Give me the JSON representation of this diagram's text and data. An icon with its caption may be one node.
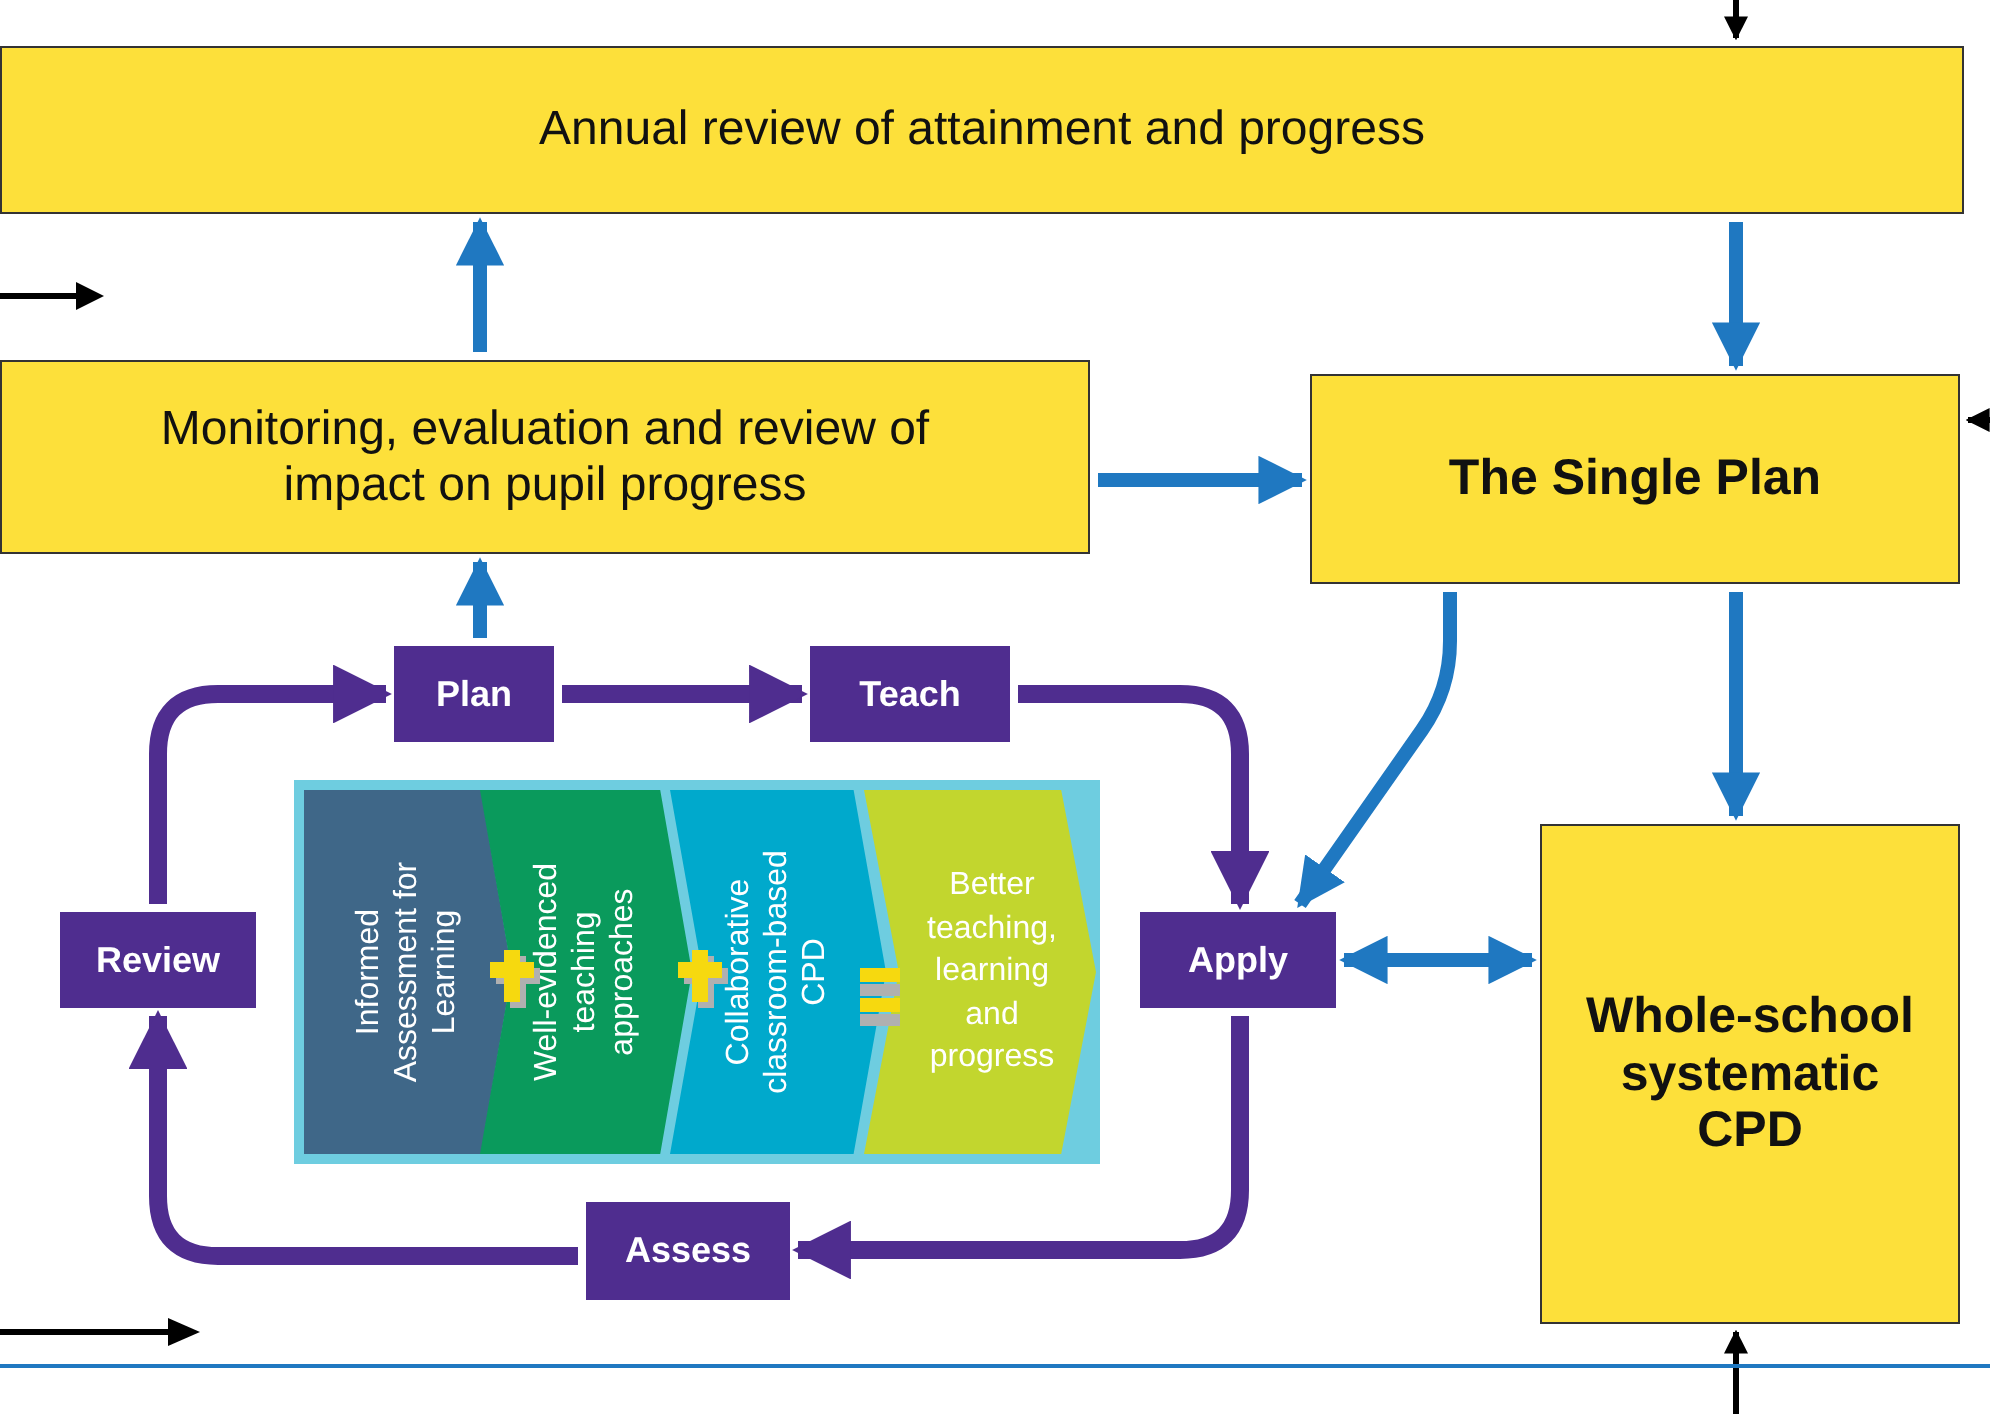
{
  "diagram": {
    "nodes": [
      {
        "text": [
          "Annual review of attainment and progress"
        ]
      },
      {
        "text": [
          "Monitoring, evaluation and review of impact on pupil progress"
        ]
      },
      {
        "text": [
          "The Single Plan"
        ]
      },
      {
        "text": [
          "Plan"
        ]
      },
      {
        "text": [
          "Teach"
        ]
      },
      {
        "text": [
          "Review"
        ]
      },
      {
        "text": [
          "Informed Assessment for Learning"
        ]
      },
      {
        "text": [
          "Well-evidenced teaching approaches"
        ]
      },
      {
        "text": [
          "Collaborative classroom-based CPD"
        ]
      },
      {
        "text": [
          "Better teaching, learning and progress"
        ]
      },
      {
        "text": [
          "Apply"
        ]
      },
      {
        "text": [
          "Whole-school systematic CPD"
        ]
      },
      {
        "text": [
          "Assess"
        ]
      }
    ],
    "edges": [
      {
        "from": 1,
        "to": 0,
        "arrow": "to"
      },
      {
        "from": 3,
        "to": 1,
        "arrow": "to"
      },
      {
        "from": 1,
        "to": 2,
        "arrow": "to"
      },
      {
        "from": 0,
        "to": 2,
        "arrow": "to"
      },
      {
        "from": 2,
        "to": 10,
        "arrow": "to"
      },
      {
        "from": 2,
        "to": 11,
        "arrow": "to"
      },
      {
        "from": 10,
        "to": 11,
        "arrow": "both"
      },
      {
        "from": 3,
        "to": 4,
        "arrow": "to",
        "color": "#4f2d8f"
      },
      {
        "from": 4,
        "to": 10,
        "arrow": "to",
        "color": "#4f2d8f"
      },
      {
        "from": 10,
        "to": 12,
        "arrow": "to",
        "color": "#4f2d8f"
      },
      {
        "from": 12,
        "to": 5,
        "arrow": "to",
        "color": "#4f2d8f"
      },
      {
        "from": 5,
        "to": 3,
        "arrow": "to",
        "color": "#4f2d8f"
      },
      {
        "from": null,
        "to": 0,
        "arrow": "to",
        "color": "#000000"
      },
      {
        "from": null,
        "to": 2,
        "arrow": "to",
        "color": "#000000"
      },
      {
        "from": null,
        "to": 11,
        "arrow": "to",
        "color": "#000000"
      }
    ]
  }
}
